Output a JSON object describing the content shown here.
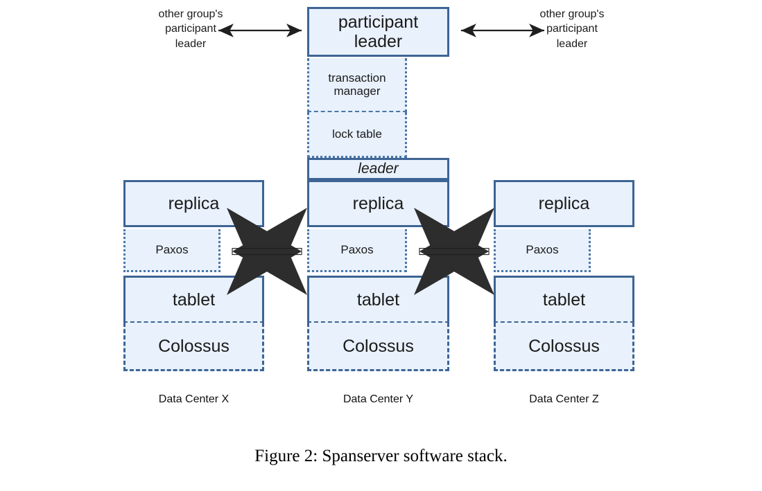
{
  "figure": {
    "caption": "Figure 2:  Spanserver software stack.",
    "colors": {
      "fill": "#e8f1fc",
      "border": "#3d6494",
      "dotted_border": "#4a76a8",
      "arrow": "#2b2b2b",
      "text": "#1a1a1a",
      "background": "#ffffff"
    }
  },
  "annotations": {
    "left_note": "other group's\nparticipant\nleader",
    "left_note_lines": [
      "other group's",
      "participant",
      "leader"
    ],
    "right_note": "other group's\nparticipant\nleader",
    "right_note_lines": [
      "other group's",
      "participant",
      "leader"
    ]
  },
  "center_stack": {
    "participant_leader_lines": [
      "participant",
      "leader"
    ],
    "participant_leader": "participant leader",
    "transaction_manager_lines": [
      "transaction",
      "manager"
    ],
    "transaction_manager": "transaction manager",
    "lock_table": "lock table",
    "leader": "leader",
    "replica": "replica",
    "paxos": "Paxos",
    "tablet": "tablet",
    "colossus": "Colossus"
  },
  "left_stack": {
    "replica": "replica",
    "paxos": "Paxos",
    "tablet": "tablet",
    "colossus": "Colossus"
  },
  "right_stack": {
    "replica": "replica",
    "paxos": "Paxos",
    "tablet": "tablet",
    "colossus": "Colossus"
  },
  "data_centers": {
    "x": "Data Center X",
    "y": "Data Center Y",
    "z": "Data Center Z"
  },
  "arrows": {
    "top_left": "bidirectional-arrow",
    "top_right": "bidirectional-arrow",
    "paxos_left": "bidirectional-arrow",
    "paxos_right": "bidirectional-arrow"
  }
}
